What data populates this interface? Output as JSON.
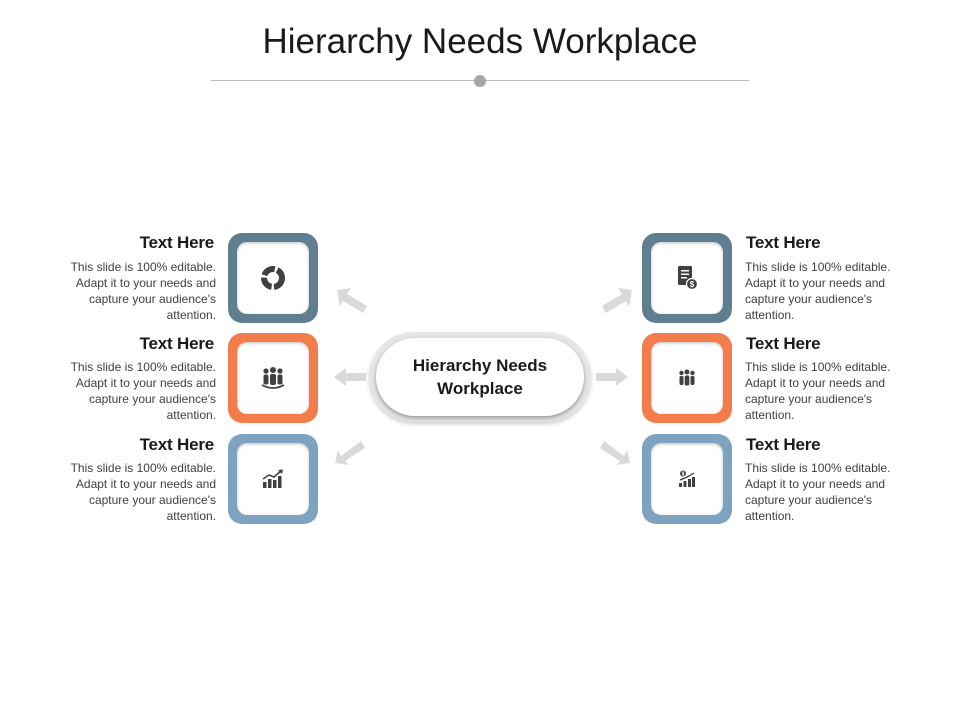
{
  "title": "Hierarchy Needs Workplace",
  "hub": {
    "label": "Hierarchy Needs\nWorkplace"
  },
  "colors": {
    "slate": "#5f7f90",
    "orange": "#f27d4a",
    "blue": "#7ea3c0",
    "arrow": "#d9d9d9",
    "icon": "#404040"
  },
  "items": [
    {
      "side": "left",
      "heading": "Text Here",
      "body": "This slide is 100% editable. Adapt it to your needs and capture your audience's attention.",
      "color": "slate",
      "icon": "pie-chart-icon"
    },
    {
      "side": "left",
      "heading": "Text Here",
      "body": "This slide is 100% editable. Adapt it to your needs and capture your audience's attention.",
      "color": "orange",
      "icon": "team-icon"
    },
    {
      "side": "left",
      "heading": "Text Here",
      "body": "This slide is 100% editable. Adapt it to your needs and capture your audience's attention.",
      "color": "blue",
      "icon": "growth-chart-icon"
    },
    {
      "side": "right",
      "heading": "Text Here",
      "body": "This slide is 100% editable. Adapt it to your needs and capture your audience's attention.",
      "color": "slate",
      "icon": "invoice-dollar-icon"
    },
    {
      "side": "right",
      "heading": "Text Here",
      "body": "This slide is 100% editable. Adapt it to your needs and capture your audience's attention.",
      "color": "orange",
      "icon": "group-icon"
    },
    {
      "side": "right",
      "heading": "Text Here",
      "body": "This slide is 100% editable. Adapt it to your needs and capture your audience's attention.",
      "color": "blue",
      "icon": "money-growth-icon"
    }
  ]
}
